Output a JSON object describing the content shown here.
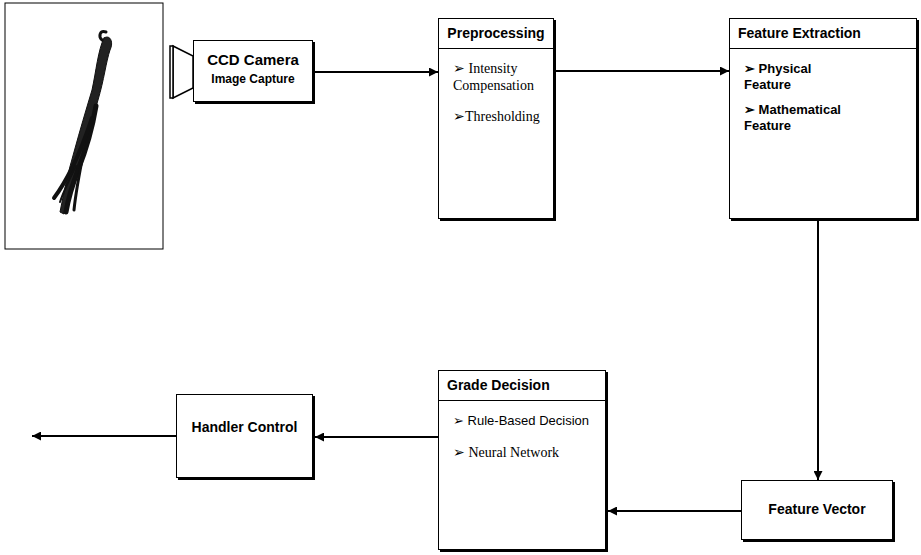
{
  "diagram": {
    "nodes": [
      {
        "text": [
          "CCD Camera",
          "Image Capture"
        ]
      },
      {
        "text": [
          "Preprocessing",
          "➢ Intensity Compensation",
          "➢Thresholding"
        ]
      },
      {
        "text": [
          "Feature Extraction",
          "➢ Physical Feature",
          "➢ Mathematical Feature"
        ]
      },
      {
        "text": [
          "Feature Vector"
        ]
      },
      {
        "text": [
          "Grade Decision",
          "➢ Rule-Based Decision",
          "➢ Neural Network"
        ]
      },
      {
        "text": [
          "Handler Control"
        ]
      }
    ],
    "edges": [
      {
        "from": 0,
        "to": 1,
        "arrow": "to"
      },
      {
        "from": 1,
        "to": 2,
        "arrow": "to"
      },
      {
        "from": 2,
        "to": 3,
        "arrow": "to"
      },
      {
        "from": 3,
        "to": 4,
        "arrow": "to"
      },
      {
        "from": 4,
        "to": 5,
        "arrow": "to"
      }
    ]
  }
}
